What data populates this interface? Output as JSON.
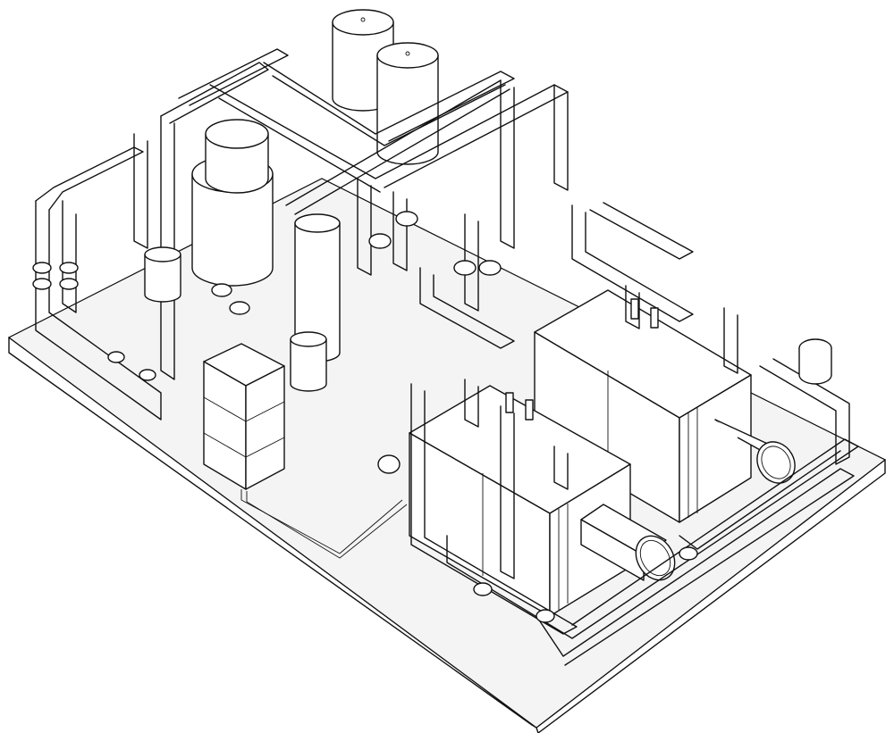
{
  "drawing": {
    "kind": "isometric line drawing",
    "line_color": "#111111",
    "background": "#ffffff",
    "base_color": "#f4f4f4",
    "components": [
      {
        "id": "skid-base",
        "icon": "base-plate-icon"
      },
      {
        "id": "expansion-tank-left",
        "icon": "tank-icon"
      },
      {
        "id": "expansion-tank-right",
        "icon": "tank-icon"
      },
      {
        "id": "buffer-vessel",
        "icon": "vessel-icon"
      },
      {
        "id": "heat-exchanger",
        "icon": "exchanger-icon"
      },
      {
        "id": "control-panel",
        "icon": "cabinet-icon"
      },
      {
        "id": "boiler-front",
        "icon": "boiler-icon"
      },
      {
        "id": "boiler-rear",
        "icon": "boiler-icon"
      },
      {
        "id": "burner-front",
        "icon": "burner-icon"
      },
      {
        "id": "burner-rear",
        "icon": "burner-icon"
      },
      {
        "id": "pump-group",
        "icon": "pump-icon"
      },
      {
        "id": "pipework",
        "icon": "pipe-icon"
      }
    ]
  }
}
